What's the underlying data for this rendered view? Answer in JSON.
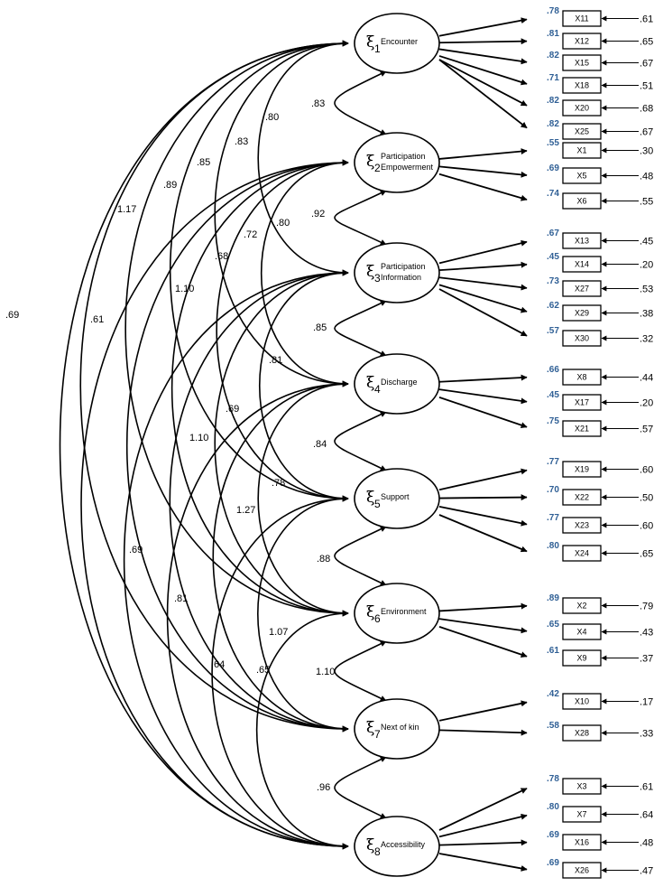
{
  "factors": [
    {
      "symbol": "ξ",
      "index": "1",
      "name_lines": [
        "Encounter"
      ]
    },
    {
      "symbol": "ξ",
      "index": "2",
      "name_lines": [
        "Participation",
        "Empowerment"
      ]
    },
    {
      "symbol": "ξ",
      "index": "3",
      "name_lines": [
        "Participation",
        "Information"
      ]
    },
    {
      "symbol": "ξ",
      "index": "4",
      "name_lines": [
        "Discharge"
      ]
    },
    {
      "symbol": "ξ",
      "index": "5",
      "name_lines": [
        "Support"
      ]
    },
    {
      "symbol": "ξ",
      "index": "6",
      "name_lines": [
        "Environment"
      ]
    },
    {
      "symbol": "ξ",
      "index": "7",
      "name_lines": [
        "Next of kin"
      ]
    },
    {
      "symbol": "ξ",
      "index": "8",
      "name_lines": [
        "Accessibility"
      ]
    }
  ],
  "indicators": [
    {
      "factor": 0,
      "label": "X11",
      "loading": ".78",
      "error": ".61"
    },
    {
      "factor": 0,
      "label": "X12",
      "loading": ".81",
      "error": ".65"
    },
    {
      "factor": 0,
      "label": "X15",
      "loading": ".82",
      "error": ".67"
    },
    {
      "factor": 0,
      "label": "X18",
      "loading": ".71",
      "error": ".51"
    },
    {
      "factor": 0,
      "label": "X20",
      "loading": ".82",
      "error": ".68"
    },
    {
      "factor": 0,
      "label": "X25",
      "loading": ".82",
      "error": ".67"
    },
    {
      "factor": 1,
      "label": "X1",
      "loading": ".55",
      "error": ".30"
    },
    {
      "factor": 1,
      "label": "X5",
      "loading": ".69",
      "error": ".48"
    },
    {
      "factor": 1,
      "label": "X6",
      "loading": ".74",
      "error": ".55"
    },
    {
      "factor": 2,
      "label": "X13",
      "loading": ".67",
      "error": ".45"
    },
    {
      "factor": 2,
      "label": "X14",
      "loading": ".45",
      "error": ".20"
    },
    {
      "factor": 2,
      "label": "X27",
      "loading": ".73",
      "error": ".53"
    },
    {
      "factor": 2,
      "label": "X29",
      "loading": ".62",
      "error": ".38"
    },
    {
      "factor": 2,
      "label": "X30",
      "loading": ".57",
      "error": ".32"
    },
    {
      "factor": 3,
      "label": "X8",
      "loading": ".66",
      "error": ".44"
    },
    {
      "factor": 3,
      "label": "X17",
      "loading": ".45",
      "error": ".20"
    },
    {
      "factor": 3,
      "label": "X21",
      "loading": ".75",
      "error": ".57"
    },
    {
      "factor": 4,
      "label": "X19",
      "loading": ".77",
      "error": ".60"
    },
    {
      "factor": 4,
      "label": "X22",
      "loading": ".70",
      "error": ".50"
    },
    {
      "factor": 4,
      "label": "X23",
      "loading": ".77",
      "error": ".60"
    },
    {
      "factor": 4,
      "label": "X24",
      "loading": ".80",
      "error": ".65"
    },
    {
      "factor": 5,
      "label": "X2",
      "loading": ".89",
      "error": ".79"
    },
    {
      "factor": 5,
      "label": "X4",
      "loading": ".65",
      "error": ".43"
    },
    {
      "factor": 5,
      "label": "X9",
      "loading": ".61",
      "error": ".37"
    },
    {
      "factor": 6,
      "label": "X10",
      "loading": ".42",
      "error": ".17"
    },
    {
      "factor": 6,
      "label": "X28",
      "loading": ".58",
      "error": ".33"
    },
    {
      "factor": 7,
      "label": "X3",
      "loading": ".78",
      "error": ".61"
    },
    {
      "factor": 7,
      "label": "X7",
      "loading": ".80",
      "error": ".64"
    },
    {
      "factor": 7,
      "label": "X16",
      "loading": ".69",
      "error": ".48"
    },
    {
      "factor": 7,
      "label": "X26",
      "loading": ".69",
      "error": ".47"
    }
  ],
  "correlations": [
    {
      "from": 0,
      "to": 1,
      "value": ".83"
    },
    {
      "from": 1,
      "to": 2,
      "value": ".92"
    },
    {
      "from": 2,
      "to": 3,
      "value": ".85"
    },
    {
      "from": 3,
      "to": 4,
      "value": ".84"
    },
    {
      "from": 4,
      "to": 5,
      "value": ".88"
    },
    {
      "from": 5,
      "to": 6,
      "value": "1.10"
    },
    {
      "from": 6,
      "to": 7,
      "value": ".96"
    },
    {
      "from": 0,
      "to": 2,
      "value": ".80"
    },
    {
      "from": 0,
      "to": 3,
      "value": ".83"
    },
    {
      "from": 0,
      "to": 4,
      "value": ".85"
    },
    {
      "from": 0,
      "to": 5,
      "value": ".89"
    },
    {
      "from": 0,
      "to": 6,
      "value": "1.17"
    },
    {
      "from": 0,
      "to": 7,
      "value": ".69"
    },
    {
      "from": 1,
      "to": 3,
      "value": ".80"
    },
    {
      "from": 1,
      "to": 4,
      "value": ".72"
    },
    {
      "from": 1,
      "to": 5,
      "value": ".68"
    },
    {
      "from": 1,
      "to": 6,
      "value": "1.10"
    },
    {
      "from": 1,
      "to": 7,
      "value": ".61"
    },
    {
      "from": 2,
      "to": 4,
      "value": ".81"
    },
    {
      "from": 2,
      "to": 5,
      "value": ".69"
    },
    {
      "from": 2,
      "to": 6,
      "value": "1.10"
    },
    {
      "from": 2,
      "to": 7,
      "value": ".69"
    },
    {
      "from": 3,
      "to": 5,
      "value": ".78"
    },
    {
      "from": 3,
      "to": 6,
      "value": "1.27"
    },
    {
      "from": 3,
      "to": 7,
      "value": ".81"
    },
    {
      "from": 4,
      "to": 6,
      "value": "1.07"
    },
    {
      "from": 4,
      "to": 7,
      "value": ".64"
    },
    {
      "from": 5,
      "to": 7,
      "value": ".65"
    }
  ]
}
